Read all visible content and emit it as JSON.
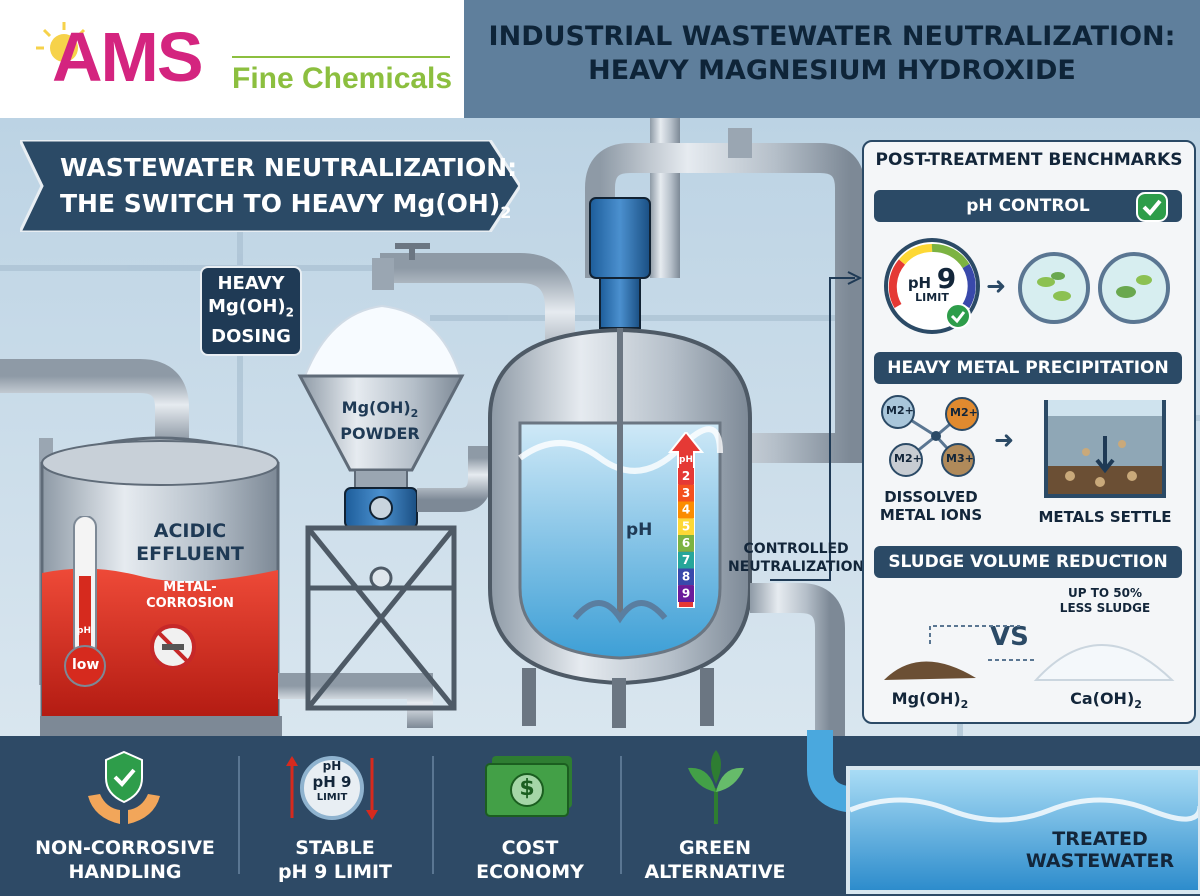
{
  "logo": {
    "brand": "AMS",
    "sub": "Fine Chemicals"
  },
  "header": {
    "line1": "INDUSTRIAL WASTEWATER NEUTRALIZATION:",
    "line2": "HEAVY MAGNESIUM HYDROXIDE"
  },
  "banner": {
    "line1": "WASTEWATER NEUTRALIZATION:",
    "line2_prefix": "THE SWITCH TO HEAVY Mg(OH)",
    "line2_sub": "2"
  },
  "dosing": {
    "line1": "HEAVY",
    "line2_prefix": "Mg(OH)",
    "line2_sub": "2",
    "line3": "DOSING"
  },
  "hopper": {
    "line1_prefix": "Mg(OH)",
    "line1_sub": "2",
    "line2": "POWDER"
  },
  "tank": {
    "line1": "ACIDIC",
    "line2": "EFFLUENT",
    "line3": "METAL-",
    "line4": "CORROSION",
    "gauge_small": "pH",
    "gauge_label": "low"
  },
  "reactor": {
    "ph_label": "pH",
    "scale_top": "pH",
    "scale": [
      "2",
      "3",
      "4",
      "5",
      "6",
      "7",
      "8",
      "9"
    ],
    "scale_colors": [
      "#e53935",
      "#f4511e",
      "#fb8c00",
      "#fdd835",
      "#7cb342",
      "#26a69a",
      "#3949ab",
      "#6a1b9a"
    ],
    "controlled_line1": "CONTROLLED",
    "controlled_line2": "NEUTRALIZATION"
  },
  "panel": {
    "title": "POST-TREATMENT BENCHMARKS",
    "s1": "pH CONTROL",
    "gauge_ph": "pH",
    "gauge_value": "9",
    "gauge_limit": "LIMIT",
    "s2": "HEAVY METAL PRECIPITATION",
    "ions": [
      "M2+",
      "M2+",
      "M2+",
      "M3+"
    ],
    "dissolved_line1": "DISSOLVED",
    "dissolved_line2": "METAL IONS",
    "settle": "METALS SETTLE",
    "s3": "SLUDGE VOLUME REDUCTION",
    "upto_line1": "UP TO 50%",
    "upto_line2": "LESS SLUDGE",
    "vs": "VS",
    "mg_prefix": "Mg(OH)",
    "mg_sub": "2",
    "ca_prefix": "Ca(OH)",
    "ca_sub": "2"
  },
  "features": [
    {
      "line1": "NON-CORROSIVE",
      "line2": "HANDLING"
    },
    {
      "line1": "STABLE",
      "line2": "pH 9 LIMIT"
    },
    {
      "line1": "COST",
      "line2": "ECONOMY"
    },
    {
      "line1": "GREEN",
      "line2": "ALTERNATIVE"
    }
  ],
  "ph_icon": {
    "line1": "pH",
    "line2": "pH 9",
    "line3": "LIMIT"
  },
  "money_symbol": "$",
  "treated": {
    "line1": "TREATED",
    "line2": "WASTEWATER"
  },
  "colors": {
    "header_bg": "#5f7f9c",
    "brand_pink": "#d4247f",
    "brand_green": "#8cbf3f",
    "bottom_bg": "#2e4a66",
    "acid_red": "#d62a1e"
  }
}
